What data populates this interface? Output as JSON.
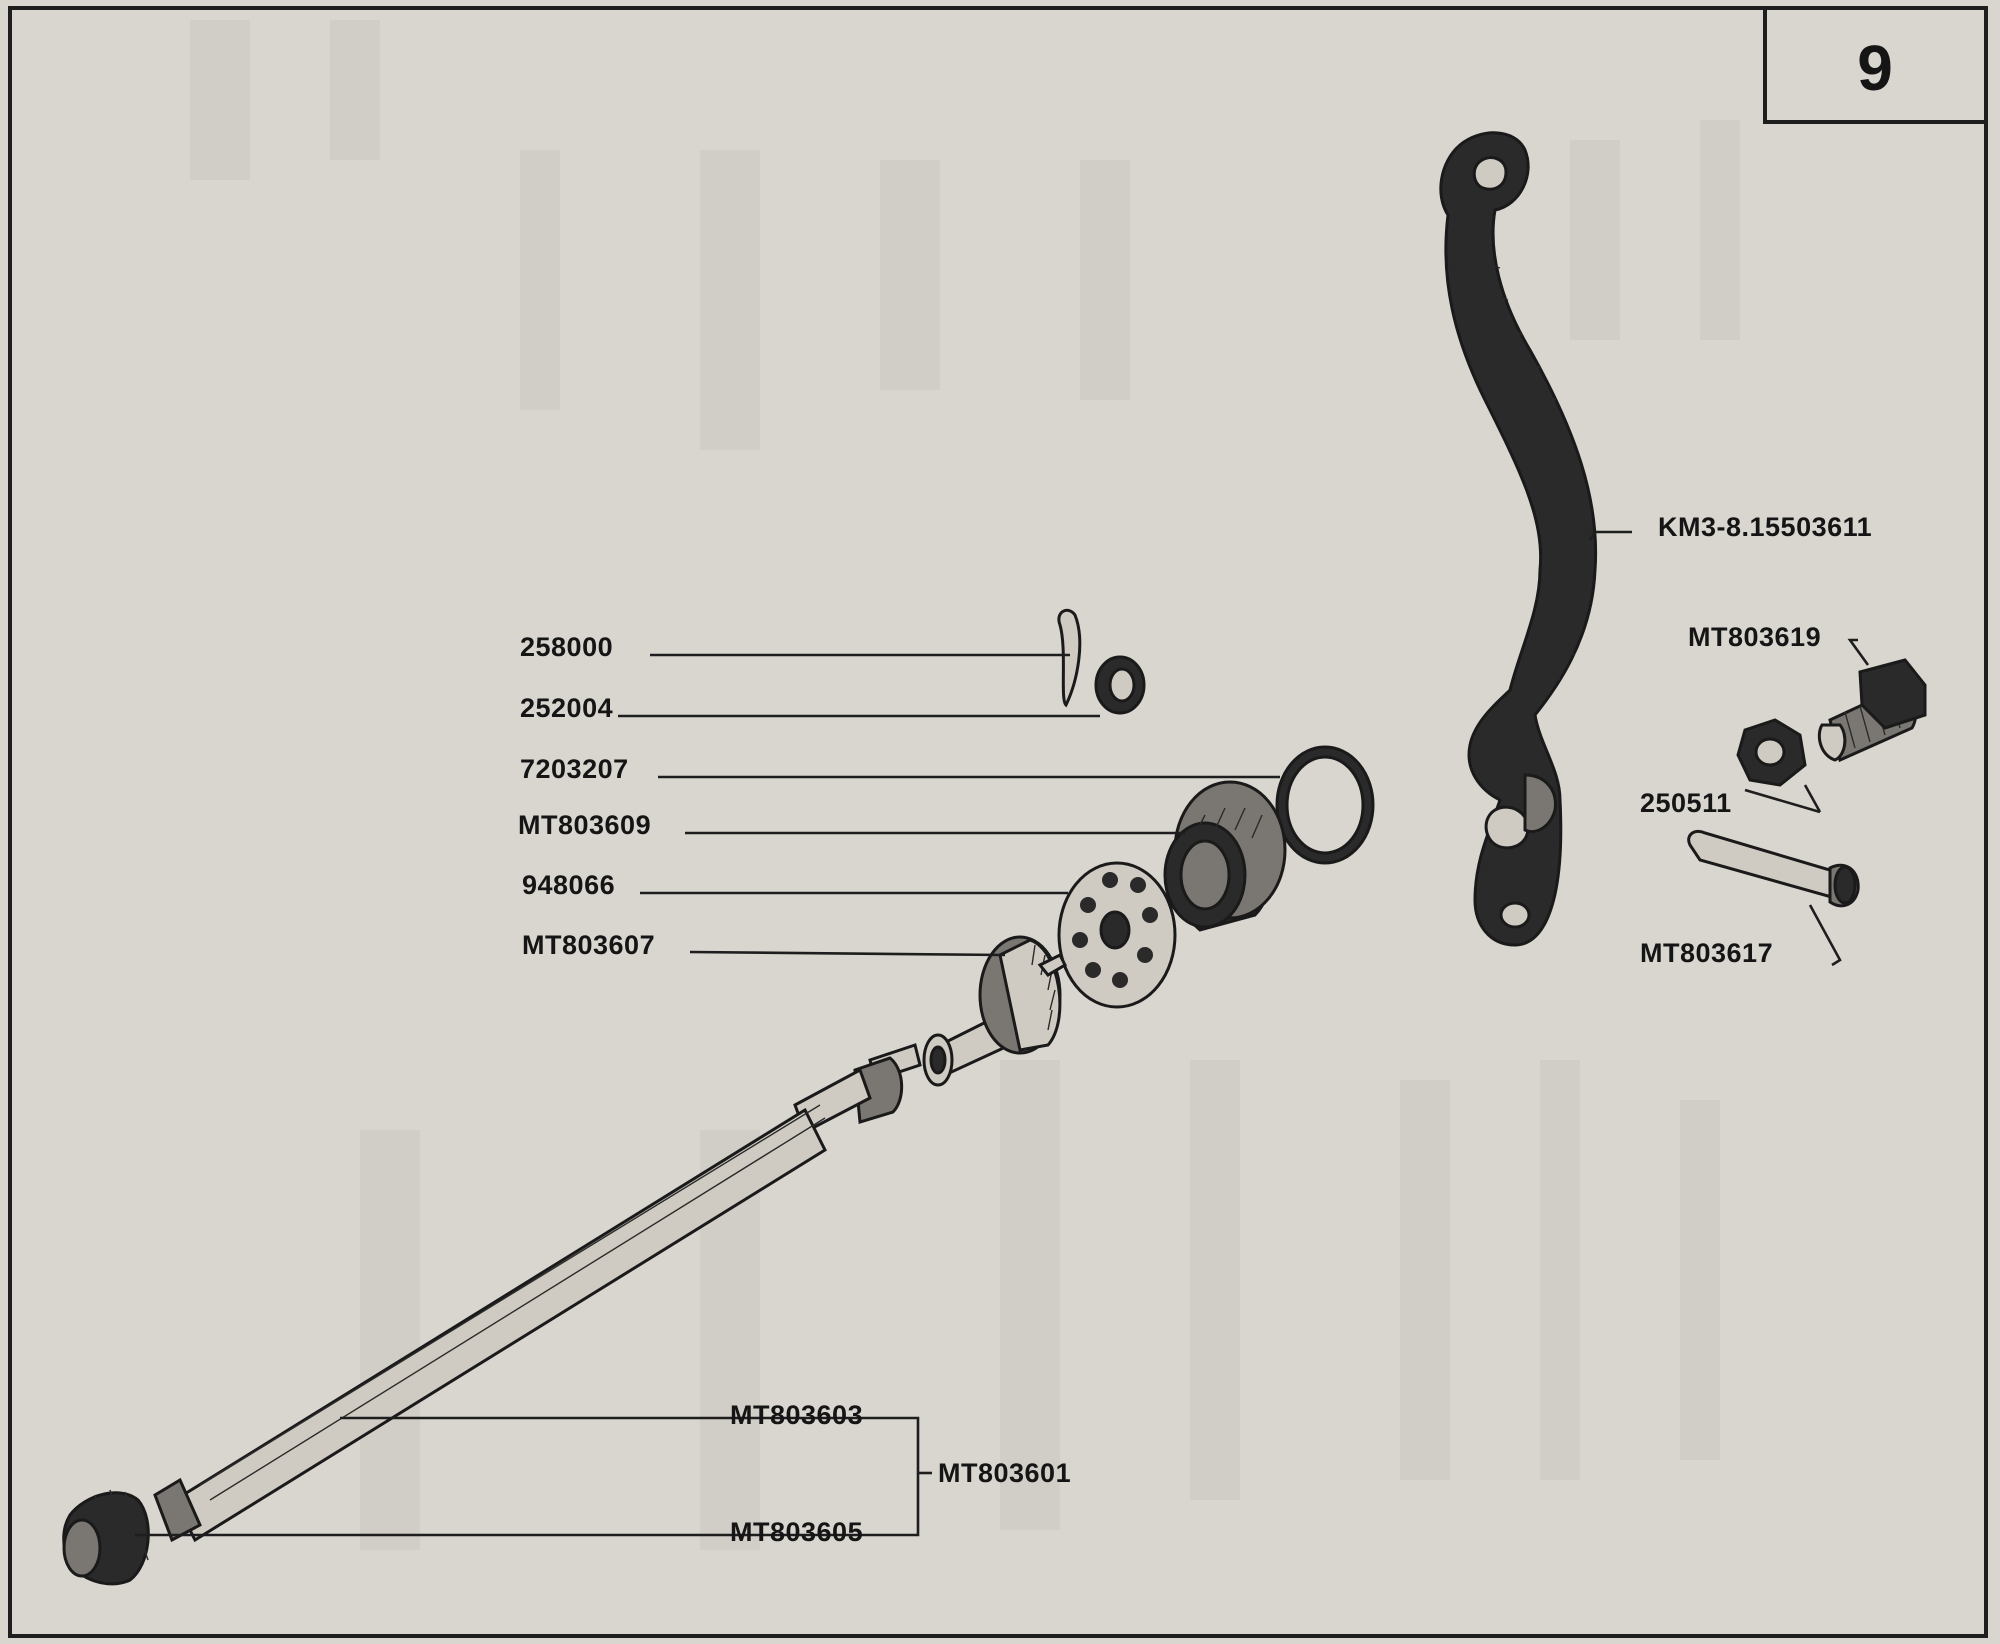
{
  "page": {
    "number": "9"
  },
  "labels": {
    "l258000": "258000",
    "l252004": "252004",
    "l7203207": "7203207",
    "lMT803609": "MT803609",
    "l948066": "948066",
    "lMT803607": "MT803607",
    "lKM3": "KM3-8.15503611",
    "lMT803619": "MT803619",
    "l250511": "250511",
    "lMT803617": "MT803617",
    "lMT803603": "MT803603",
    "lMT803601": "MT803601",
    "lMT803605": "MT803605"
  },
  "colors": {
    "ink": "#1e1e1e",
    "paper": "#d9d6d0"
  }
}
